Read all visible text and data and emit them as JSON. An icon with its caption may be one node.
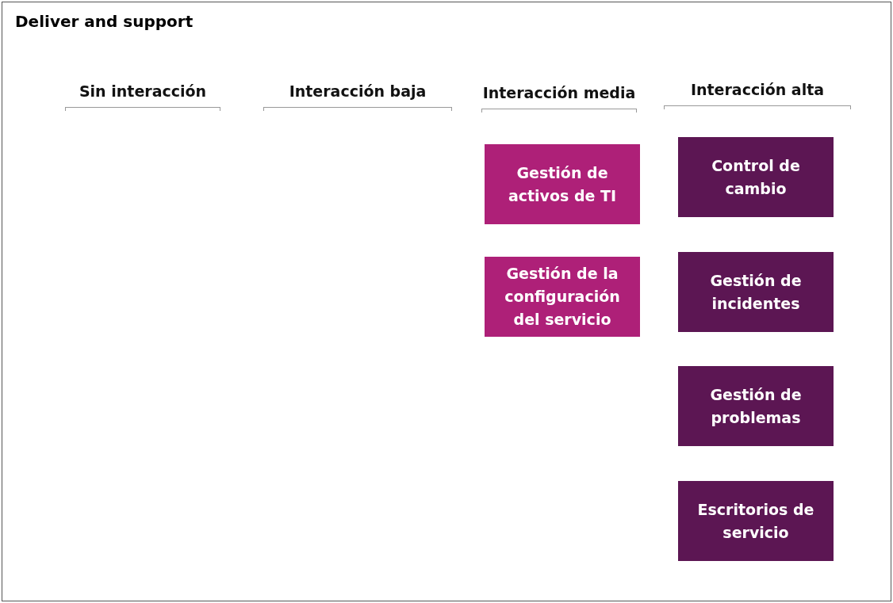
{
  "diagram": {
    "nodes": [
      {
        "text": [
          "Deliver and support"
        ]
      },
      {
        "text": [
          "Gestión de activos de TI"
        ],
        "in": 0
      },
      {
        "text": [
          "Gestión de la configuración del servicio"
        ],
        "in": 0
      },
      {
        "text": [
          "Control de cambio"
        ],
        "in": 0
      },
      {
        "text": [
          "Gestión de incidentes"
        ],
        "in": 0
      },
      {
        "text": [
          "Gestión de problemas"
        ],
        "in": 0
      },
      {
        "text": [
          "Escritorios de servicio"
        ],
        "in": 0
      }
    ],
    "labels": [
      "Sin interacción",
      "Interacción baja",
      "Interacción media",
      "Interacción alta"
    ]
  }
}
